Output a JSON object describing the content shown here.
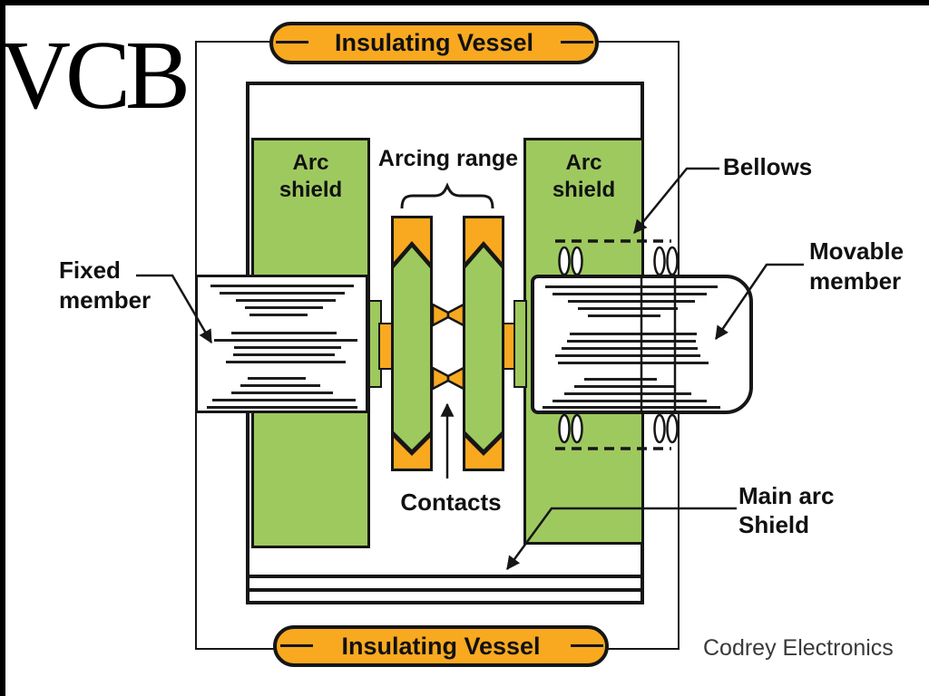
{
  "title": "VCB",
  "brand": "Codrey Electronics",
  "colors": {
    "orange": "#F8A920",
    "green": "#9EC95F",
    "ink": "#161616",
    "brand_text": "#3A3A3A"
  },
  "vessel": {
    "top": "Insulating Vessel",
    "bottom": "Insulating Vessel"
  },
  "components": {
    "arc_shield": [
      "Arc",
      "shield"
    ],
    "arcing_range": "Arcing range",
    "bellows": "Bellows",
    "fixed_member": [
      "Fixed",
      "member"
    ],
    "movable_member": [
      "Movable",
      "member"
    ],
    "contacts": "Contacts",
    "main_arc_shield": [
      "Main arc",
      "Shield"
    ]
  }
}
